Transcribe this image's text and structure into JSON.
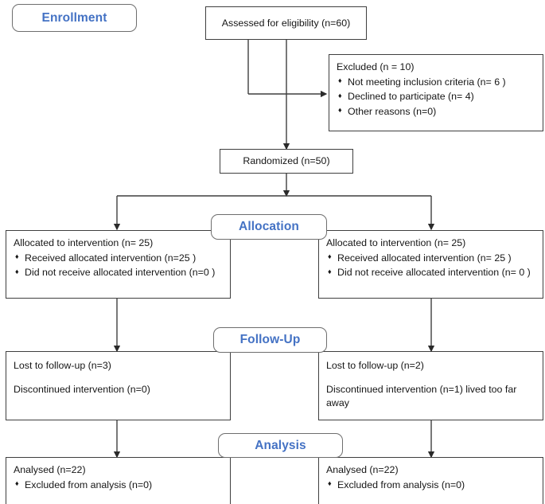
{
  "diagram": {
    "title": "CONSORT participant flow diagram",
    "accent_color": "#4472C4",
    "line_color": "#3f3f3f",
    "background": "#ffffff"
  },
  "stage_labels": {
    "enrollment": "Enrollment",
    "allocation": "Allocation",
    "followup": "Follow-Up",
    "analysis": "Analysis"
  },
  "nodes": {
    "assessed": {
      "text": "Assessed for eligibility (n=60)"
    },
    "excluded": {
      "heading": "Excluded (n = 10)",
      "items": [
        "Not meeting inclusion criteria (n= 6 )",
        "Declined to participate (n= 4)",
        "Other reasons (n=0)"
      ]
    },
    "randomized": {
      "text": "Randomized (n=50)"
    },
    "allocation_left": {
      "heading": "Allocated to intervention (n= 25)",
      "items": [
        "Received allocated intervention (n=25 )",
        "Did not receive allocated intervention (n=0 )"
      ]
    },
    "allocation_right": {
      "heading": "Allocated to intervention (n= 25)",
      "items": [
        "Received allocated intervention (n= 25 )",
        "Did not receive allocated intervention (n= 0 )"
      ]
    },
    "followup_left": {
      "line1": "Lost to follow-up (n=3)",
      "line2": "Discontinued intervention (n=0)"
    },
    "followup_right": {
      "line1": "Lost to follow-up (n=2)",
      "line2": "Discontinued intervention (n=1) lived too far away"
    },
    "analysis_left": {
      "heading": "Analysed (n=22)",
      "items": [
        "Excluded from analysis (n=0)"
      ]
    },
    "analysis_right": {
      "heading": "Analysed (n=22)",
      "items": [
        "Excluded from analysis (n=0)"
      ]
    }
  },
  "glyphs": {
    "bullet_diamond": "♦"
  }
}
